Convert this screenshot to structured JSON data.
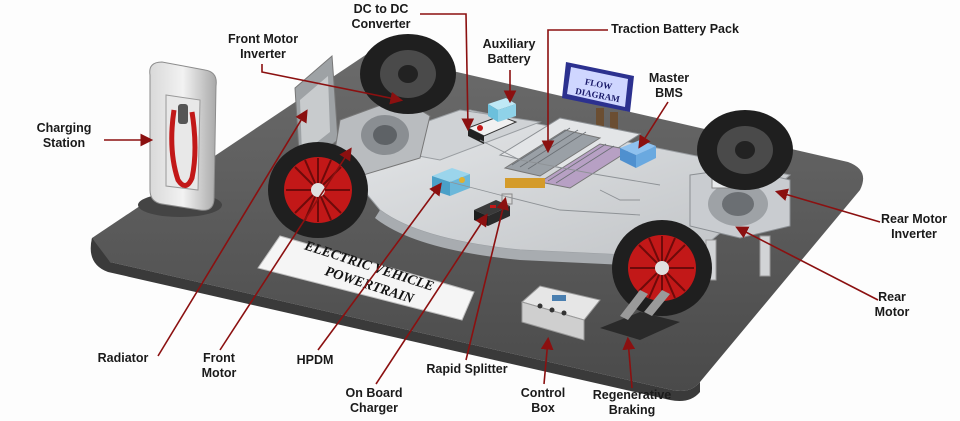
{
  "labels": {
    "charging_station": [
      "Charging",
      "Station"
    ],
    "front_motor_inverter": [
      "Front Motor",
      "Inverter"
    ],
    "dc_to_dc_converter": [
      "DC to DC",
      "Converter"
    ],
    "auxiliary_battery": [
      "Auxiliary",
      "Battery"
    ],
    "traction_battery_pack": [
      "Traction Battery Pack"
    ],
    "master_bms": [
      "Master",
      "BMS"
    ],
    "rear_motor_inverter": [
      "Rear Motor",
      "Inverter"
    ],
    "rear_motor": [
      "Rear",
      "Motor"
    ],
    "radiator": [
      "Radiator"
    ],
    "front_motor": [
      "Front",
      "Motor"
    ],
    "hpdm": [
      "HPDM"
    ],
    "on_board_charger": [
      "On Board",
      "Charger"
    ],
    "rapid_splitter": [
      "Rapid Splitter"
    ],
    "control_box": [
      "Control",
      "Box"
    ],
    "regenerative_braking": [
      "Regenerative",
      "Braking"
    ]
  },
  "signs": {
    "flow_diagram": [
      "FLOW",
      "DIAGRAM"
    ],
    "banner": [
      "ELECTRIC VEHICLE",
      "POWERTRAIN"
    ]
  },
  "colors": {
    "arrow": "#8b1010",
    "base": "#5a5a5a",
    "chassis": "#d4d6d8",
    "tire": "#1f1f1f",
    "rim": "#c21818",
    "station": "#b8b8b8",
    "flow_board": "#3a3fb0",
    "battery_blue": "#3f8bd0"
  }
}
